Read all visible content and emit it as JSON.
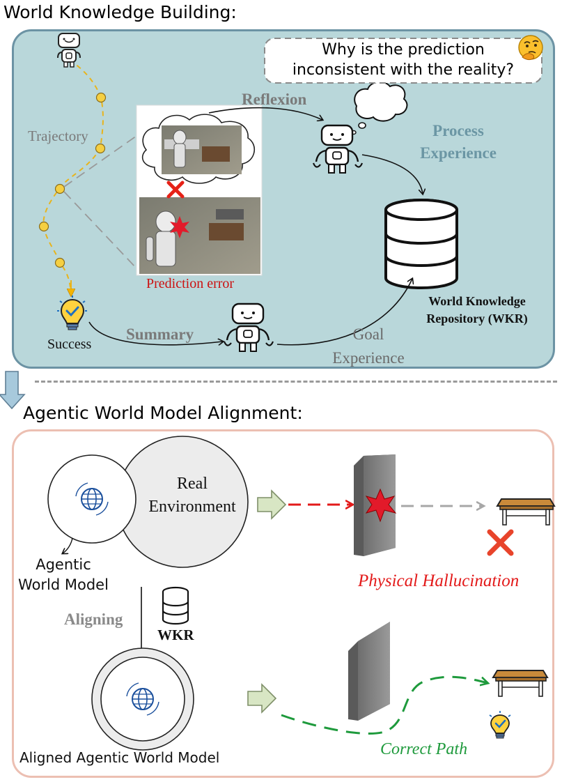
{
  "section1": {
    "heading": "World Knowledge Building:",
    "speech": {
      "line1": "Why is the prediction",
      "line2": "inconsistent with the reality?"
    },
    "trajectory": "Trajectory",
    "reflexion": "Reflexion",
    "process_experience": {
      "line1": "Process",
      "line2": "Experience"
    },
    "prediction_error": "Prediction error",
    "success": "Success",
    "summary": "Summary",
    "goal_experience": {
      "line1": "Goal",
      "line2": "Experience"
    },
    "wkr": {
      "line1": "World Knowledge",
      "line2": "Repository (WKR)"
    }
  },
  "section2": {
    "heading": "Agentic World Model Alignment:",
    "real_environment": {
      "line1": "Real",
      "line2": "Environment"
    },
    "agentic_world_model": {
      "line1": "Agentic",
      "line2": "World Model"
    },
    "aligning": "Aligning",
    "wkr_short": "WKR",
    "aligned_model": "Aligned Agentic World Model",
    "physical_hallucination": "Physical Hallucination",
    "correct_path": "Correct Path"
  },
  "colors": {
    "panel1_bg": "#b9d7da",
    "panel1_border": "#6c93a4",
    "panel2_border": "#ecbfb2",
    "trajectory_dot": "#f5cf42",
    "trajectory_line": "#e8b41c",
    "error_red": "#cc1111",
    "correct_green": "#1e9a3c",
    "label_gray": "#7a7a7a",
    "experience_blue": "#6b96a4"
  },
  "icons": [
    "robot-icon",
    "thought-bubble-icon",
    "thinking-face-emoji-icon",
    "database-icon",
    "lightbulb-check-icon",
    "red-x-icon",
    "globe-icon",
    "wall-icon",
    "table-icon",
    "explosion-icon",
    "arrow-down-icon",
    "arrow-right-icon"
  ]
}
